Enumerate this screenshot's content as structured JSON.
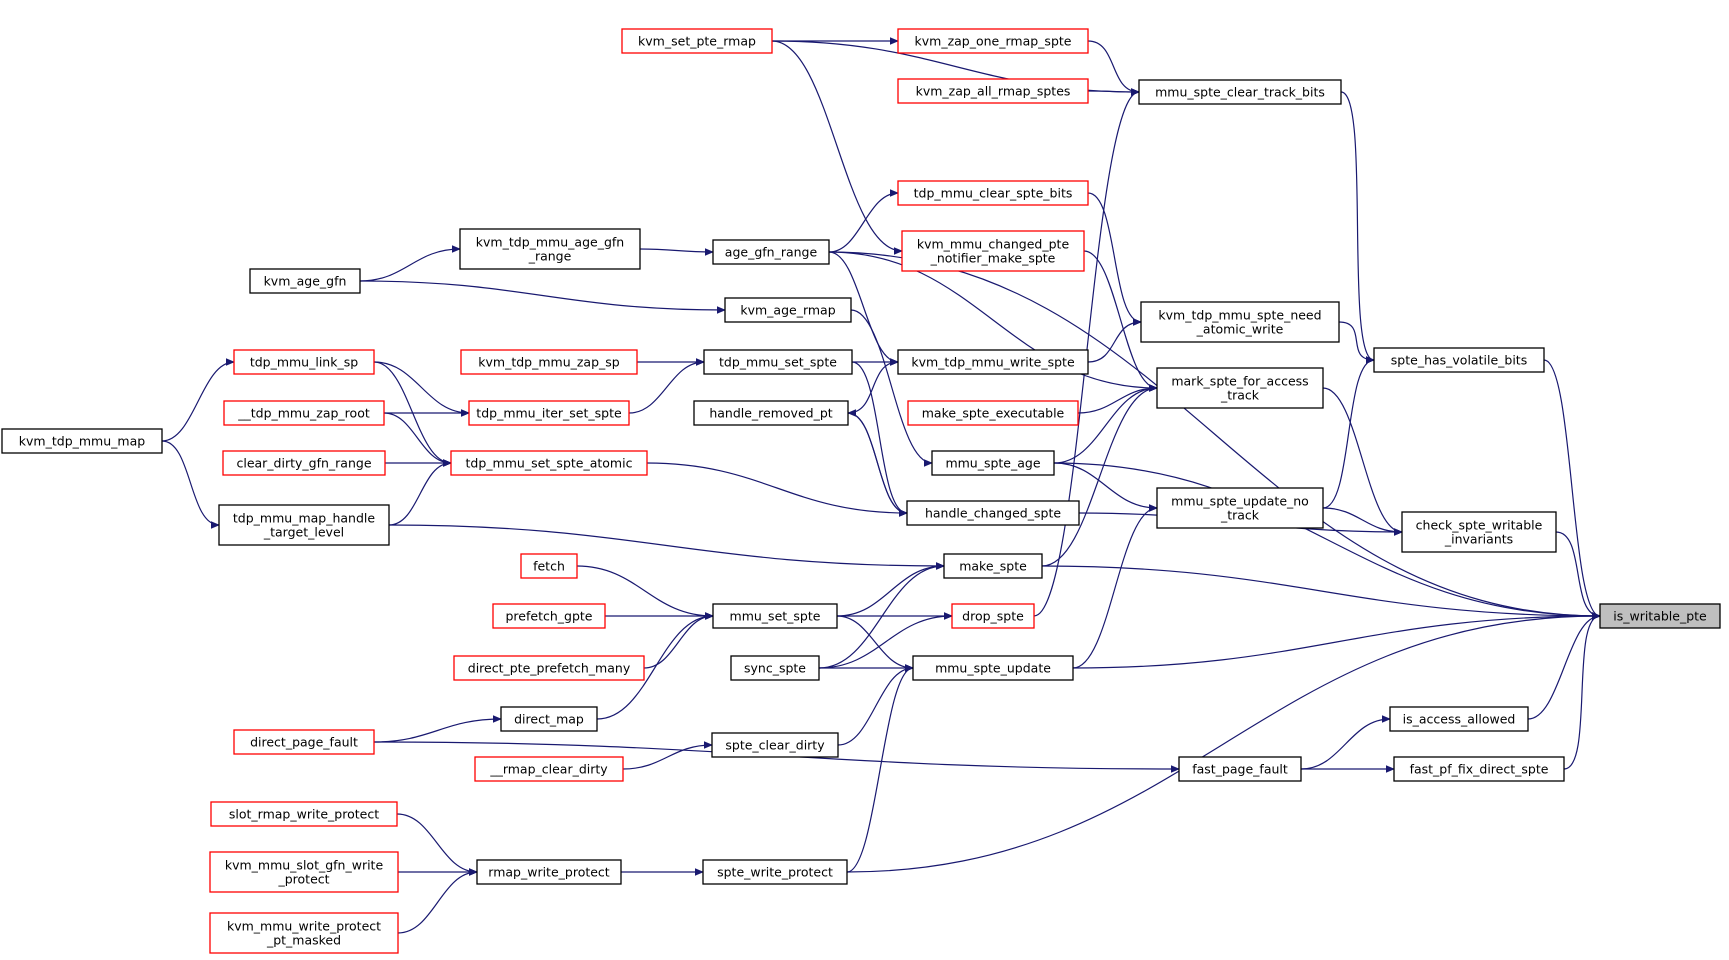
{
  "colors": {
    "edge": "#191970",
    "border_linked": "#000000",
    "border_truncated": "#ff0000",
    "focus_fill": "#bfbfbf"
  },
  "nodes": [
    {
      "id": "kvm_set_pte_rmap",
      "lines": [
        "kvm_set_pte_rmap"
      ],
      "style": "truncated"
    },
    {
      "id": "kvm_zap_one_rmap_spte",
      "lines": [
        "kvm_zap_one_rmap_spte"
      ],
      "style": "truncated"
    },
    {
      "id": "kvm_zap_all_rmap_sptes",
      "lines": [
        "kvm_zap_all_rmap_sptes"
      ],
      "style": "truncated"
    },
    {
      "id": "mmu_spte_clear_track_bits",
      "lines": [
        "mmu_spte_clear_track_bits"
      ],
      "style": "linked"
    },
    {
      "id": "tdp_mmu_clear_spte_bits",
      "lines": [
        "tdp_mmu_clear_spte_bits"
      ],
      "style": "truncated"
    },
    {
      "id": "kvm_mmu_changed_pte_notifier_make_spte",
      "lines": [
        "kvm_mmu_changed_pte",
        "_notifier_make_spte"
      ],
      "style": "truncated"
    },
    {
      "id": "kvm_tdp_mmu_age_gfn_range",
      "lines": [
        "kvm_tdp_mmu_age_gfn",
        "_range"
      ],
      "style": "linked"
    },
    {
      "id": "age_gfn_range",
      "lines": [
        "age_gfn_range"
      ],
      "style": "linked"
    },
    {
      "id": "kvm_age_gfn",
      "lines": [
        "kvm_age_gfn"
      ],
      "style": "linked"
    },
    {
      "id": "kvm_age_rmap",
      "lines": [
        "kvm_age_rmap"
      ],
      "style": "linked"
    },
    {
      "id": "kvm_tdp_mmu_spte_need_atomic_write",
      "lines": [
        "kvm_tdp_mmu_spte_need",
        "_atomic_write"
      ],
      "style": "linked"
    },
    {
      "id": "spte_has_volatile_bits",
      "lines": [
        "spte_has_volatile_bits"
      ],
      "style": "linked"
    },
    {
      "id": "tdp_mmu_link_sp",
      "lines": [
        "tdp_mmu_link_sp"
      ],
      "style": "truncated"
    },
    {
      "id": "kvm_tdp_mmu_zap_sp",
      "lines": [
        "kvm_tdp_mmu_zap_sp"
      ],
      "style": "truncated"
    },
    {
      "id": "tdp_mmu_set_spte",
      "lines": [
        "tdp_mmu_set_spte"
      ],
      "style": "linked"
    },
    {
      "id": "kvm_tdp_mmu_write_spte",
      "lines": [
        "kvm_tdp_mmu_write_spte"
      ],
      "style": "linked"
    },
    {
      "id": "mark_spte_for_access_track",
      "lines": [
        "mark_spte_for_access",
        "_track"
      ],
      "style": "linked"
    },
    {
      "id": "kvm_tdp_mmu_map",
      "lines": [
        "kvm_tdp_mmu_map"
      ],
      "style": "linked"
    },
    {
      "id": "__tdp_mmu_zap_root",
      "lines": [
        "__tdp_mmu_zap_root"
      ],
      "style": "truncated"
    },
    {
      "id": "tdp_mmu_iter_set_spte",
      "lines": [
        "tdp_mmu_iter_set_spte"
      ],
      "style": "truncated"
    },
    {
      "id": "handle_removed_pt",
      "lines": [
        "handle_removed_pt"
      ],
      "style": "linked"
    },
    {
      "id": "make_spte_executable",
      "lines": [
        "make_spte_executable"
      ],
      "style": "truncated"
    },
    {
      "id": "clear_dirty_gfn_range",
      "lines": [
        "clear_dirty_gfn_range"
      ],
      "style": "truncated"
    },
    {
      "id": "tdp_mmu_set_spte_atomic",
      "lines": [
        "tdp_mmu_set_spte_atomic"
      ],
      "style": "truncated"
    },
    {
      "id": "mmu_spte_age",
      "lines": [
        "mmu_spte_age"
      ],
      "style": "linked"
    },
    {
      "id": "mmu_spte_update_no_track",
      "lines": [
        "mmu_spte_update_no",
        "_track"
      ],
      "style": "linked"
    },
    {
      "id": "check_spte_writable_invariants",
      "lines": [
        "check_spte_writable",
        "_invariants"
      ],
      "style": "linked"
    },
    {
      "id": "tdp_mmu_map_handle_target_level",
      "lines": [
        "tdp_mmu_map_handle",
        "_target_level"
      ],
      "style": "linked"
    },
    {
      "id": "handle_changed_spte",
      "lines": [
        "handle_changed_spte"
      ],
      "style": "linked"
    },
    {
      "id": "fetch",
      "lines": [
        "fetch"
      ],
      "style": "truncated"
    },
    {
      "id": "make_spte",
      "lines": [
        "make_spte"
      ],
      "style": "linked"
    },
    {
      "id": "prefetch_gpte",
      "lines": [
        "prefetch_gpte"
      ],
      "style": "truncated"
    },
    {
      "id": "mmu_set_spte",
      "lines": [
        "mmu_set_spte"
      ],
      "style": "linked"
    },
    {
      "id": "drop_spte",
      "lines": [
        "drop_spte"
      ],
      "style": "truncated"
    },
    {
      "id": "is_writable_pte",
      "lines": [
        "is_writable_pte"
      ],
      "style": "focus"
    },
    {
      "id": "direct_pte_prefetch_many",
      "lines": [
        "direct_pte_prefetch_many"
      ],
      "style": "truncated"
    },
    {
      "id": "sync_spte",
      "lines": [
        "sync_spte"
      ],
      "style": "linked"
    },
    {
      "id": "mmu_spte_update",
      "lines": [
        "mmu_spte_update"
      ],
      "style": "linked"
    },
    {
      "id": "is_access_allowed",
      "lines": [
        "is_access_allowed"
      ],
      "style": "linked"
    },
    {
      "id": "direct_map",
      "lines": [
        "direct_map"
      ],
      "style": "linked"
    },
    {
      "id": "direct_page_fault",
      "lines": [
        "direct_page_fault"
      ],
      "style": "truncated"
    },
    {
      "id": "spte_clear_dirty",
      "lines": [
        "spte_clear_dirty"
      ],
      "style": "linked"
    },
    {
      "id": "__rmap_clear_dirty",
      "lines": [
        "__rmap_clear_dirty"
      ],
      "style": "truncated"
    },
    {
      "id": "fast_page_fault",
      "lines": [
        "fast_page_fault"
      ],
      "style": "linked"
    },
    {
      "id": "fast_pf_fix_direct_spte",
      "lines": [
        "fast_pf_fix_direct_spte"
      ],
      "style": "linked"
    },
    {
      "id": "slot_rmap_write_protect",
      "lines": [
        "slot_rmap_write_protect"
      ],
      "style": "truncated"
    },
    {
      "id": "kvm_mmu_slot_gfn_write_protect",
      "lines": [
        "kvm_mmu_slot_gfn_write",
        "_protect"
      ],
      "style": "truncated"
    },
    {
      "id": "rmap_write_protect",
      "lines": [
        "rmap_write_protect"
      ],
      "style": "linked"
    },
    {
      "id": "spte_write_protect",
      "lines": [
        "spte_write_protect"
      ],
      "style": "linked"
    },
    {
      "id": "kvm_mmu_write_protect_pt_masked",
      "lines": [
        "kvm_mmu_write_protect",
        "_pt_masked"
      ],
      "style": "truncated"
    }
  ],
  "edges": [
    {
      "from": "kvm_set_pte_rmap",
      "to": "kvm_zap_one_rmap_spte"
    },
    {
      "from": "kvm_zap_one_rmap_spte",
      "to": "mmu_spte_clear_track_bits"
    },
    {
      "from": "kvm_set_pte_rmap",
      "to": "mmu_spte_clear_track_bits"
    },
    {
      "from": "kvm_zap_all_rmap_sptes",
      "to": "mmu_spte_clear_track_bits"
    },
    {
      "from": "kvm_set_pte_rmap",
      "to": "kvm_mmu_changed_pte_notifier_make_spte"
    },
    {
      "from": "drop_spte",
      "to": "mmu_spte_clear_track_bits"
    },
    {
      "from": "mmu_spte_clear_track_bits",
      "to": "spte_has_volatile_bits"
    },
    {
      "from": "age_gfn_range",
      "to": "tdp_mmu_clear_spte_bits"
    },
    {
      "from": "kvm_tdp_mmu_age_gfn_range",
      "to": "age_gfn_range"
    },
    {
      "from": "kvm_age_gfn",
      "to": "kvm_tdp_mmu_age_gfn_range"
    },
    {
      "from": "kvm_age_gfn",
      "to": "kvm_age_rmap"
    },
    {
      "from": "age_gfn_range",
      "to": "is_writable_pte"
    },
    {
      "from": "age_gfn_range",
      "to": "kvm_tdp_mmu_write_spte"
    },
    {
      "from": "age_gfn_range",
      "to": "mark_spte_for_access_track"
    },
    {
      "from": "tdp_mmu_clear_spte_bits",
      "to": "kvm_tdp_mmu_spte_need_atomic_write"
    },
    {
      "from": "kvm_mmu_changed_pte_notifier_make_spte",
      "to": "mark_spte_for_access_track"
    },
    {
      "from": "kvm_tdp_mmu_write_spte",
      "to": "kvm_tdp_mmu_spte_need_atomic_write"
    },
    {
      "from": "kvm_tdp_mmu_spte_need_atomic_write",
      "to": "spte_has_volatile_bits"
    },
    {
      "from": "spte_has_volatile_bits",
      "to": "is_writable_pte"
    },
    {
      "from": "kvm_age_rmap",
      "to": "mmu_spte_age"
    },
    {
      "from": "kvm_tdp_mmu_zap_sp",
      "to": "tdp_mmu_set_spte"
    },
    {
      "from": "tdp_mmu_set_spte",
      "to": "kvm_tdp_mmu_write_spte"
    },
    {
      "from": "tdp_mmu_set_spte",
      "to": "handle_changed_spte"
    },
    {
      "from": "tdp_mmu_iter_set_spte",
      "to": "tdp_mmu_set_spte"
    },
    {
      "from": "tdp_mmu_link_sp",
      "to": "tdp_mmu_iter_set_spte"
    },
    {
      "from": "__tdp_mmu_zap_root",
      "to": "tdp_mmu_iter_set_spte"
    },
    {
      "from": "tdp_mmu_link_sp",
      "to": "tdp_mmu_set_spte_atomic"
    },
    {
      "from": "__tdp_mmu_zap_root",
      "to": "tdp_mmu_set_spte_atomic"
    },
    {
      "from": "clear_dirty_gfn_range",
      "to": "tdp_mmu_set_spte_atomic"
    },
    {
      "from": "tdp_mmu_map_handle_target_level",
      "to": "tdp_mmu_set_spte_atomic"
    },
    {
      "from": "tdp_mmu_set_spte_atomic",
      "to": "handle_changed_spte"
    },
    {
      "from": "kvm_tdp_mmu_map",
      "to": "tdp_mmu_link_sp"
    },
    {
      "from": "kvm_tdp_mmu_map",
      "to": "tdp_mmu_map_handle_target_level"
    },
    {
      "from": "handle_removed_pt",
      "to": "kvm_tdp_mmu_write_spte"
    },
    {
      "from": "handle_removed_pt",
      "to": "handle_changed_spte"
    },
    {
      "from": "handle_changed_spte",
      "to": "handle_removed_pt"
    },
    {
      "from": "handle_changed_spte",
      "to": "check_spte_writable_invariants"
    },
    {
      "from": "make_spte_executable",
      "to": "mark_spte_for_access_track"
    },
    {
      "from": "mmu_spte_age",
      "to": "mark_spte_for_access_track"
    },
    {
      "from": "mmu_spte_age",
      "to": "is_writable_pte"
    },
    {
      "from": "mmu_spte_age",
      "to": "mmu_spte_update_no_track"
    },
    {
      "from": "make_spte",
      "to": "mark_spte_for_access_track"
    },
    {
      "from": "mark_spte_for_access_track",
      "to": "check_spte_writable_invariants"
    },
    {
      "from": "mmu_spte_update_no_track",
      "to": "spte_has_volatile_bits"
    },
    {
      "from": "mmu_spte_update_no_track",
      "to": "check_spte_writable_invariants"
    },
    {
      "from": "check_spte_writable_invariants",
      "to": "is_writable_pte"
    },
    {
      "from": "tdp_mmu_map_handle_target_level",
      "to": "make_spte"
    },
    {
      "from": "make_spte",
      "to": "is_writable_pte"
    },
    {
      "from": "fetch",
      "to": "mmu_set_spte"
    },
    {
      "from": "prefetch_gpte",
      "to": "mmu_set_spte"
    },
    {
      "from": "direct_pte_prefetch_many",
      "to": "mmu_set_spte"
    },
    {
      "from": "direct_map",
      "to": "mmu_set_spte"
    },
    {
      "from": "mmu_set_spte",
      "to": "make_spte"
    },
    {
      "from": "mmu_set_spte",
      "to": "drop_spte"
    },
    {
      "from": "mmu_set_spte",
      "to": "mmu_spte_update"
    },
    {
      "from": "sync_spte",
      "to": "make_spte"
    },
    {
      "from": "sync_spte",
      "to": "drop_spte"
    },
    {
      "from": "sync_spte",
      "to": "mmu_spte_update"
    },
    {
      "from": "mmu_spte_update",
      "to": "mmu_spte_update_no_track"
    },
    {
      "from": "mmu_spte_update",
      "to": "is_writable_pte"
    },
    {
      "from": "spte_clear_dirty",
      "to": "mmu_spte_update"
    },
    {
      "from": "__rmap_clear_dirty",
      "to": "spte_clear_dirty"
    },
    {
      "from": "spte_write_protect",
      "to": "mmu_spte_update"
    },
    {
      "from": "direct_page_fault",
      "to": "direct_map"
    },
    {
      "from": "direct_page_fault",
      "to": "fast_page_fault"
    },
    {
      "from": "fast_page_fault",
      "to": "is_access_allowed"
    },
    {
      "from": "fast_page_fault",
      "to": "fast_pf_fix_direct_spte"
    },
    {
      "from": "is_access_allowed",
      "to": "is_writable_pte"
    },
    {
      "from": "fast_pf_fix_direct_spte",
      "to": "is_writable_pte"
    },
    {
      "from": "spte_write_protect",
      "to": "is_writable_pte"
    },
    {
      "from": "slot_rmap_write_protect",
      "to": "rmap_write_protect"
    },
    {
      "from": "kvm_mmu_slot_gfn_write_protect",
      "to": "rmap_write_protect"
    },
    {
      "from": "kvm_mmu_write_protect_pt_masked",
      "to": "rmap_write_protect"
    },
    {
      "from": "rmap_write_protect",
      "to": "spte_write_protect"
    }
  ]
}
